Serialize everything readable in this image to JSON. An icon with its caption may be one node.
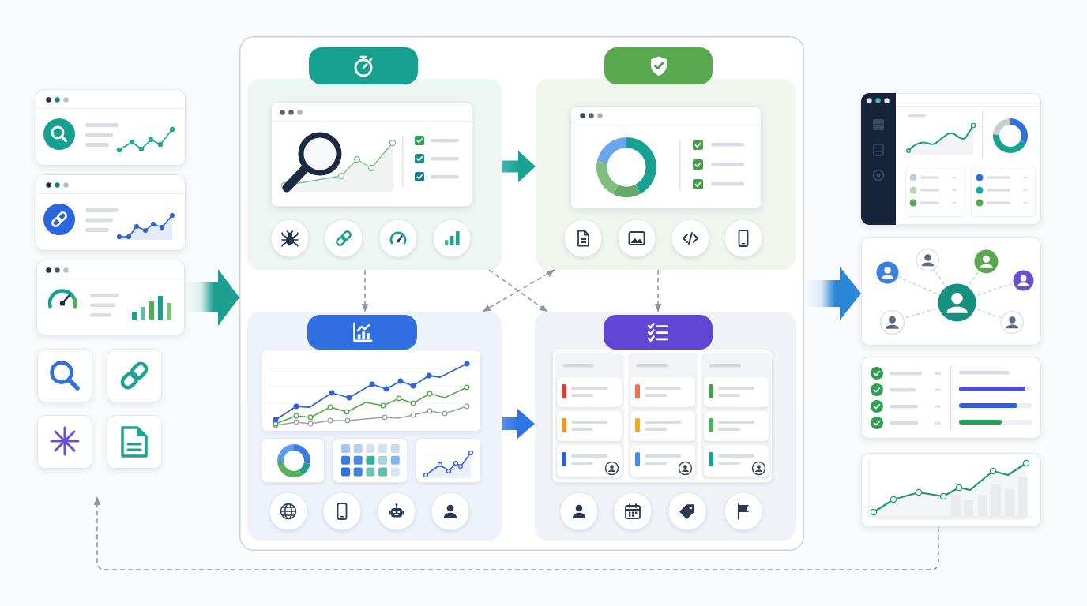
{
  "diagram": {
    "nodes": [
      {
        "text": [],
        "shape": "box"
      },
      {
        "text": [],
        "shape": "box"
      },
      {
        "text": [],
        "shape": "box"
      },
      {
        "text": [],
        "shape": "box"
      },
      {
        "text": [],
        "shape": "box"
      },
      {
        "text": [],
        "shape": "box"
      },
      {
        "text": [],
        "shape": "box"
      },
      {
        "text": [],
        "shape": "box"
      },
      {
        "text": [],
        "shape": "box",
        "in": 7
      },
      {
        "text": [],
        "shape": "box",
        "in": 7
      },
      {
        "text": [],
        "shape": "box",
        "in": 7
      },
      {
        "text": [],
        "shape": "box",
        "in": 7
      },
      {
        "text": [],
        "shape": "box"
      },
      {
        "text": [],
        "shape": "box"
      },
      {
        "text": [],
        "shape": "box"
      },
      {
        "text": [],
        "shape": "box"
      }
    ],
    "edges": [
      {
        "from": 2,
        "to": 7,
        "arrow": "to",
        "style": "thick",
        "color": "#1d9e8e"
      },
      {
        "from": 8,
        "to": 9,
        "arrow": "to",
        "style": "thick",
        "color": "#18a393"
      },
      {
        "from": 8,
        "to": 10,
        "arrow": "to",
        "style": "dashed"
      },
      {
        "from": 9,
        "to": 11,
        "arrow": "to",
        "style": "dashed"
      },
      {
        "from": 8,
        "to": 11,
        "arrow": "to",
        "style": "dashed"
      },
      {
        "from": 10,
        "to": 9,
        "arrow": "both",
        "style": "dashed"
      },
      {
        "from": 10,
        "to": 11,
        "arrow": "to",
        "style": "thick",
        "color": "#2f74e6"
      },
      {
        "from": 7,
        "to": 13,
        "arrow": "to",
        "style": "thick",
        "color": "#2a86d6"
      },
      {
        "from": 15,
        "to": null,
        "arrow": "to",
        "style": "dashed"
      }
    ]
  }
}
